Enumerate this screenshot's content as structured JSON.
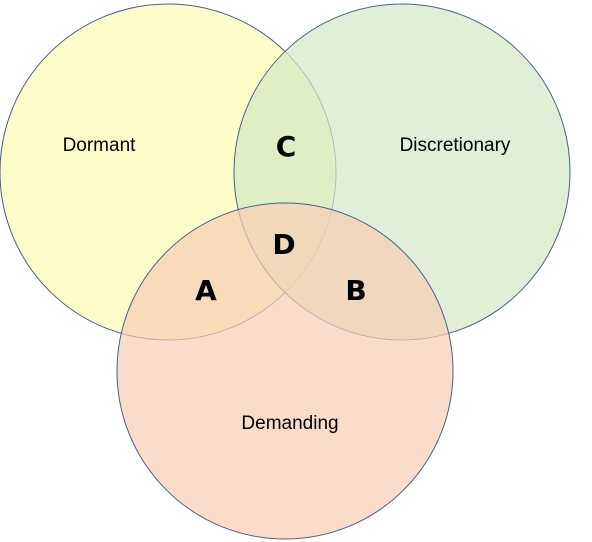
{
  "diagram": {
    "sets": [
      {
        "key": "dormant",
        "label": "Dormant",
        "fill": "#fbfbb0",
        "opacity": 0.7
      },
      {
        "key": "discretionary",
        "label": "Discretionary",
        "fill": "#d4e8c4",
        "opacity": 0.7
      },
      {
        "key": "demanding",
        "label": "Demanding",
        "fill": "#f7cfb4",
        "opacity": 0.7
      }
    ],
    "regions": {
      "a": "A",
      "b": "B",
      "c": "C",
      "d": "D"
    },
    "stroke_color": "#4a5f8c"
  }
}
